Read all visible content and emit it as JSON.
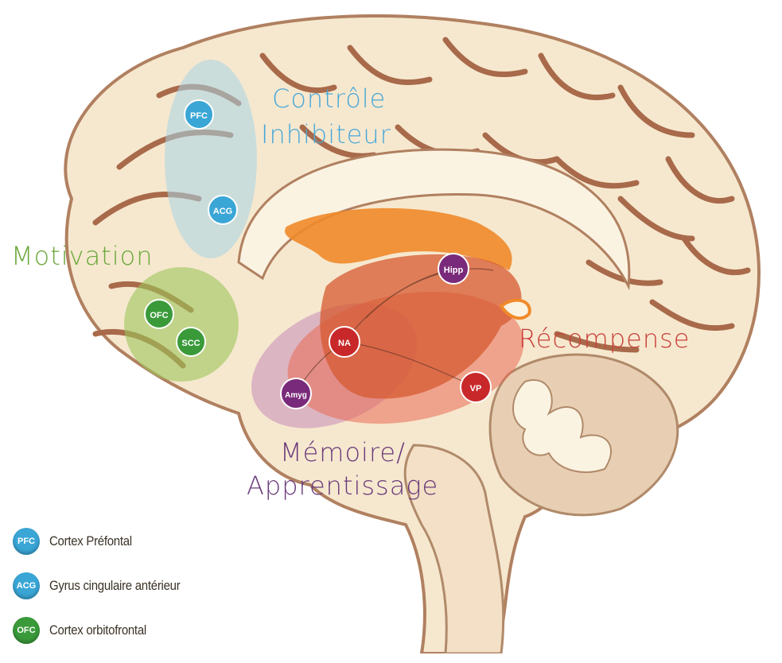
{
  "regions": {
    "inhibitory_control_line1": "Contrôle",
    "inhibitory_control_line2": "Inhibiteur",
    "motivation": "Motivation",
    "reward": "Récompense",
    "memory_line1": "Mémoire/",
    "memory_line2": "Apprentissage"
  },
  "nodes": {
    "pfc": "PFC",
    "acg": "ACG",
    "ofc": "OFC",
    "scc": "SCC",
    "na": "NA",
    "hipp": "Hipp",
    "amyg": "Amyg",
    "vp": "VP"
  },
  "legend": [
    {
      "abbr": "PFC",
      "label": "Cortex Préfontal",
      "color": "#3aa6d6"
    },
    {
      "abbr": "ACG",
      "label": "Gyrus cingulaire antérieur",
      "color": "#3aa6d6"
    },
    {
      "abbr": "OFC",
      "label": "Cortex orbitofrontal",
      "color": "#3a9a3a"
    }
  ],
  "colors": {
    "control": "#4aa8d8",
    "motivation": "#6aa83a",
    "reward": "#c8403a",
    "memory": "#6a3a7a",
    "brain_fill": "#f6e8cf",
    "sulci": "#a86a4a",
    "basal_ganglia": "#f08a2a"
  }
}
